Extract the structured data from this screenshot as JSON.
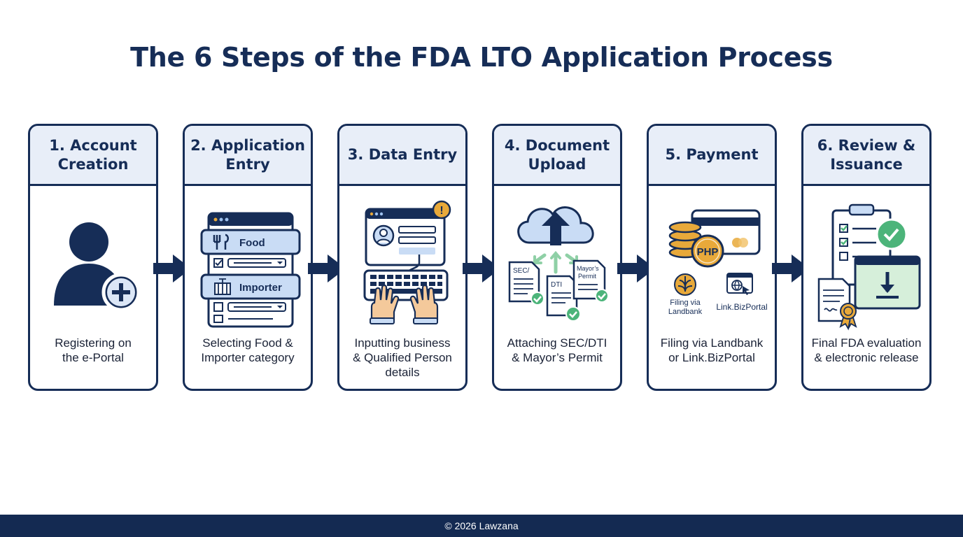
{
  "title": "The 6 Steps of the FDA LTO Application Process",
  "colors": {
    "navy": "#162d57",
    "header_bg": "#e8eef8",
    "light_blue": "#c9dcf5",
    "gold": "#e8a93a",
    "green": "#4cb47a"
  },
  "steps": [
    {
      "title": "1. Account\nCreation",
      "description": "Registering on\nthe e-Portal",
      "icon": "user-plus-icon"
    },
    {
      "title": "2. Application\nEntry",
      "description": "Selecting Food &\nImporter category",
      "icon": "application-form-icon",
      "labels": {
        "food": "Food",
        "importer": "Importer"
      }
    },
    {
      "title": "3. Data Entry",
      "description": "Inputting business\n& Qualified Person\ndetails",
      "icon": "keyboard-data-entry-icon",
      "labels": {
        "alert": "!"
      }
    },
    {
      "title": "4. Document\nUpload",
      "description": "Attaching SEC/DTI\n& Mayor’s Permit",
      "icon": "cloud-upload-icon",
      "labels": {
        "doc_sec": "SEC/",
        "doc_dti": "DTI",
        "doc_mayor_1": "Mayor’s",
        "doc_mayor_2": "Permit"
      }
    },
    {
      "title": "5. Payment",
      "description": "Filing via Landbank\nor Link.BizPortal",
      "icon": "payment-icon",
      "labels": {
        "coin": "PHP",
        "landbank_1": "Filing via",
        "landbank_2": "Landbank",
        "bizportal": "Link.BizPortal"
      }
    },
    {
      "title": "6. Review &\nIssuance",
      "description": "Final FDA evaluation\n& electronic release",
      "icon": "review-issuance-icon"
    }
  ],
  "footer": "© 2026 Lawzana"
}
